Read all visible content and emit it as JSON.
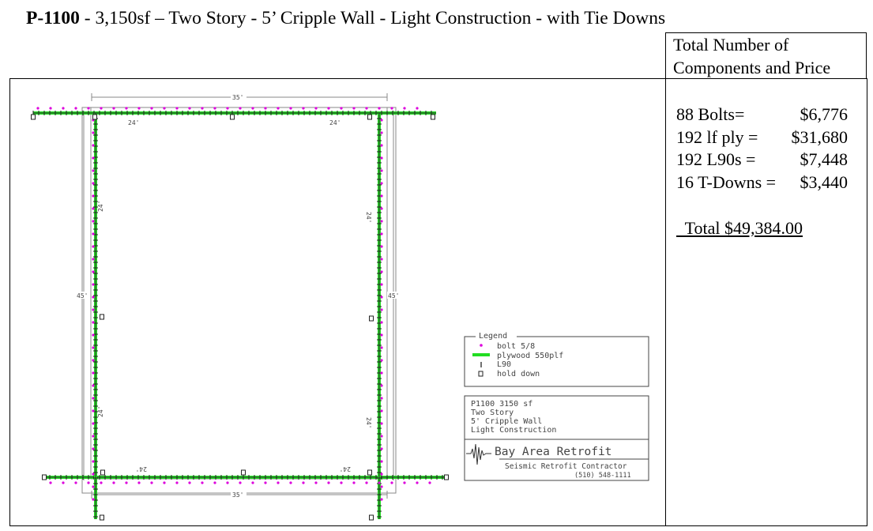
{
  "header": {
    "code": "P-1100",
    "title_rest": " - 3,150sf – Two Story - 5’ Cripple Wall - Light Construction - with Tie Downs"
  },
  "summary": {
    "heading_line1": "Total Number of",
    "heading_line2": "Components and Price",
    "items": [
      {
        "label": "88 Bolts=",
        "price": "$6,776"
      },
      {
        "label": "192 lf ply =",
        "price": "$31,680"
      },
      {
        "label": "192 L90s =",
        "price": "$7,448"
      },
      {
        "label": "16 T-Downs =",
        "price": "$3,440"
      }
    ],
    "total": "  Total $49,384.00"
  },
  "plan": {
    "dimensions": {
      "top": "35'",
      "bottom": "35'",
      "left": "45'",
      "right": "45'",
      "wall_segment": "24'"
    },
    "legend": {
      "title": "Legend",
      "items": [
        "bolt 5/8",
        "plywood 550plf",
        "L90",
        "hold down"
      ]
    },
    "titleblock": {
      "lines": [
        "P1100 3150 sf",
        "Two Story",
        "5' Cripple Wall",
        "Light Construction"
      ],
      "company": "Bay Area Retrofit",
      "subtitle": "Seismic Retrofit Contractor",
      "phone": "(510) 548-1111"
    },
    "colors": {
      "plywood": "#22dd22",
      "bolt": "#dd00dd",
      "line": "#444444"
    }
  }
}
